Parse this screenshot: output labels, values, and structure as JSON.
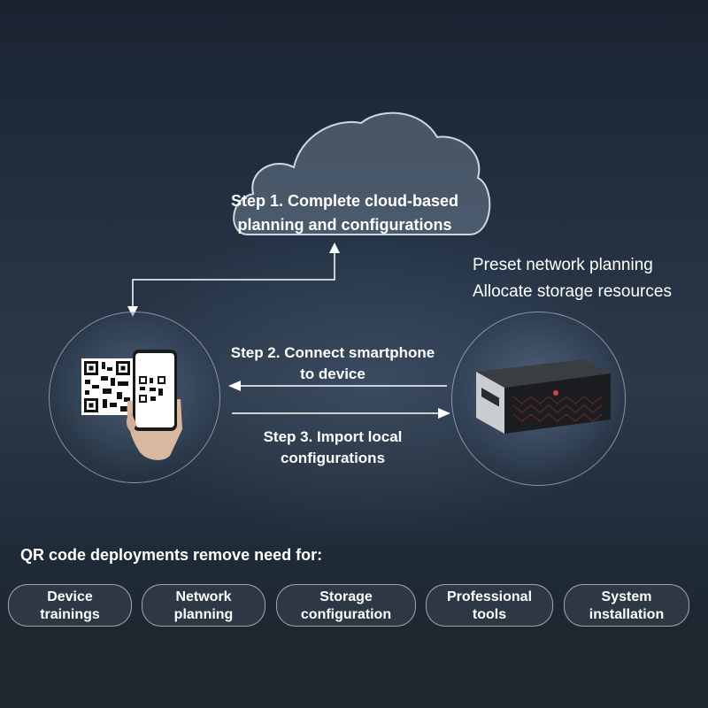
{
  "steps": {
    "step1_line1": "Step 1. Complete cloud-based",
    "step1_line2": "planning and configurations",
    "step2_line1": "Step 2. Connect smartphone",
    "step2_line2": "to device",
    "step3_line1": "Step 3. Import local",
    "step3_line2": "configurations"
  },
  "device_notes": [
    "Preset network planning",
    "Allocate storage resources"
  ],
  "qr_section": {
    "heading": "QR code deployments remove need for:",
    "items": [
      "Device\ntrainings",
      "Network\nplanning",
      "Storage\nconfiguration",
      "Professional\ntools",
      "System\ninstallation"
    ]
  },
  "icons": [
    "cloud-icon",
    "qr-code-icon",
    "smartphone-icon",
    "hand-icon",
    "server-device-icon"
  ],
  "colors": {
    "text": "#ffffff",
    "background": "#1d2732",
    "arrow": "#ffffff"
  }
}
